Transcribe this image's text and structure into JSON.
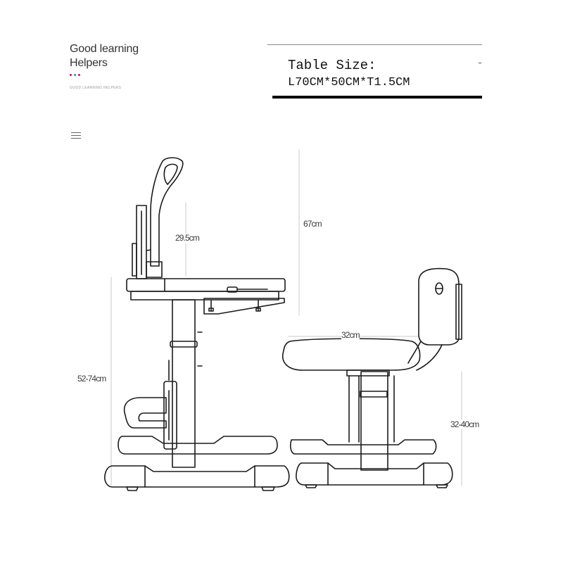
{
  "brand": {
    "title_line1": "Good learning",
    "title_line2": "Helpers",
    "tagline": "GOOD LEARNING HELPERS",
    "dot_colors": [
      "#e0007a",
      "#3a86c8",
      "#e0007a"
    ]
  },
  "spec": {
    "label": "Table Size:",
    "value": "L70CM*50CM*T1.5CM"
  },
  "menu": {
    "icon": "hamburger-icon"
  },
  "dimensions": {
    "lamp_height": "29.5cm",
    "desk_total_height": "67cm",
    "seat_width": "32cm",
    "desk_height_range": "52-74cm",
    "chair_height_range": "32-40cm"
  },
  "colors": {
    "line": "#1a1a1a",
    "dim_line": "#c8c8c8",
    "text": "#333333"
  }
}
